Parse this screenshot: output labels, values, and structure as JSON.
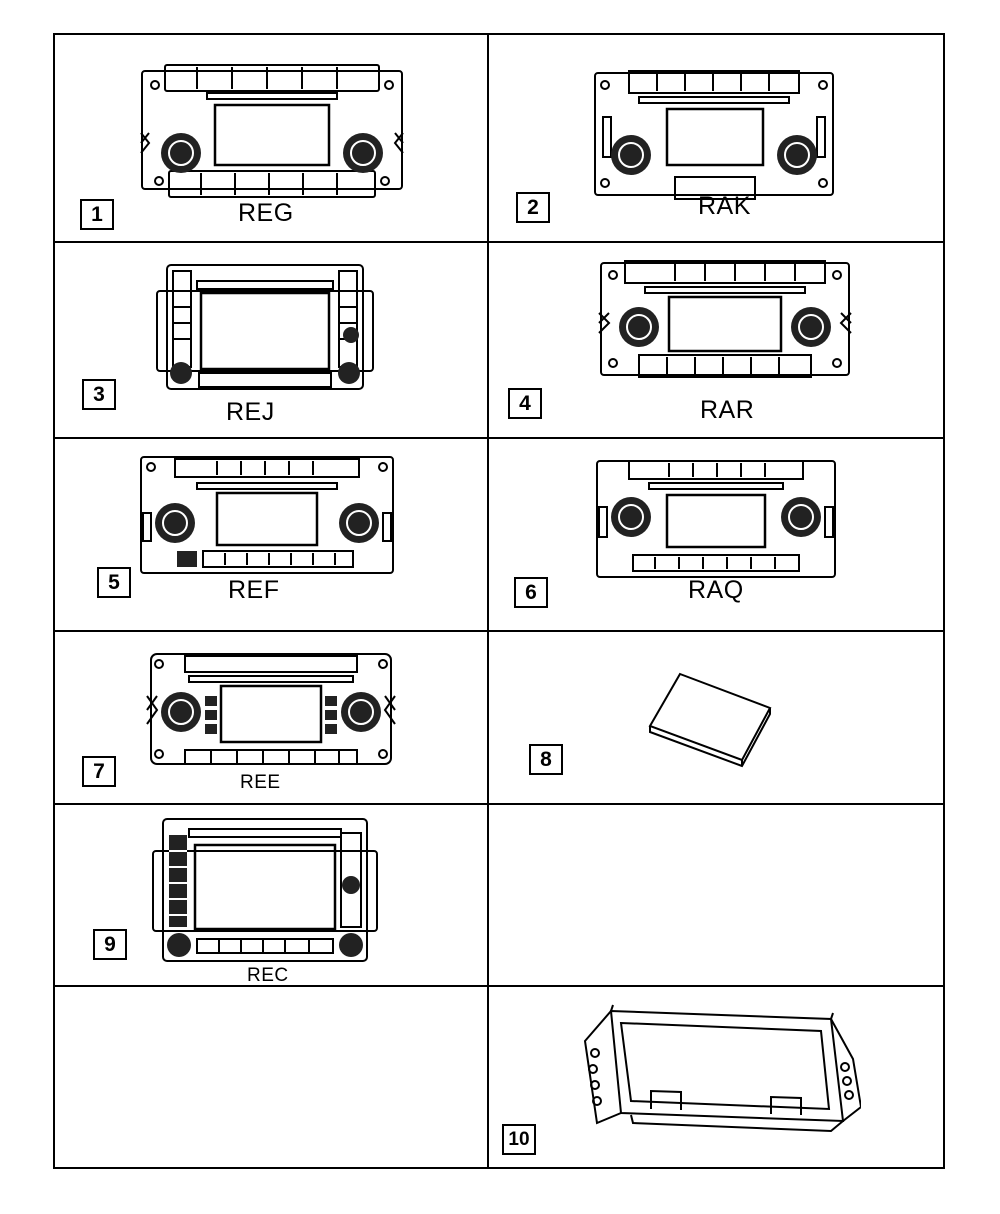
{
  "cells": [
    {
      "number": "1",
      "code": "REG"
    },
    {
      "number": "2",
      "code": "RAK"
    },
    {
      "number": "3",
      "code": "REJ"
    },
    {
      "number": "4",
      "code": "RAR"
    },
    {
      "number": "5",
      "code": "REF"
    },
    {
      "number": "6",
      "code": "RAQ"
    },
    {
      "number": "7",
      "code": "REE"
    },
    {
      "number": "8",
      "code": ""
    },
    {
      "number": "9",
      "code": "REC"
    },
    {
      "number": "10",
      "code": ""
    }
  ]
}
